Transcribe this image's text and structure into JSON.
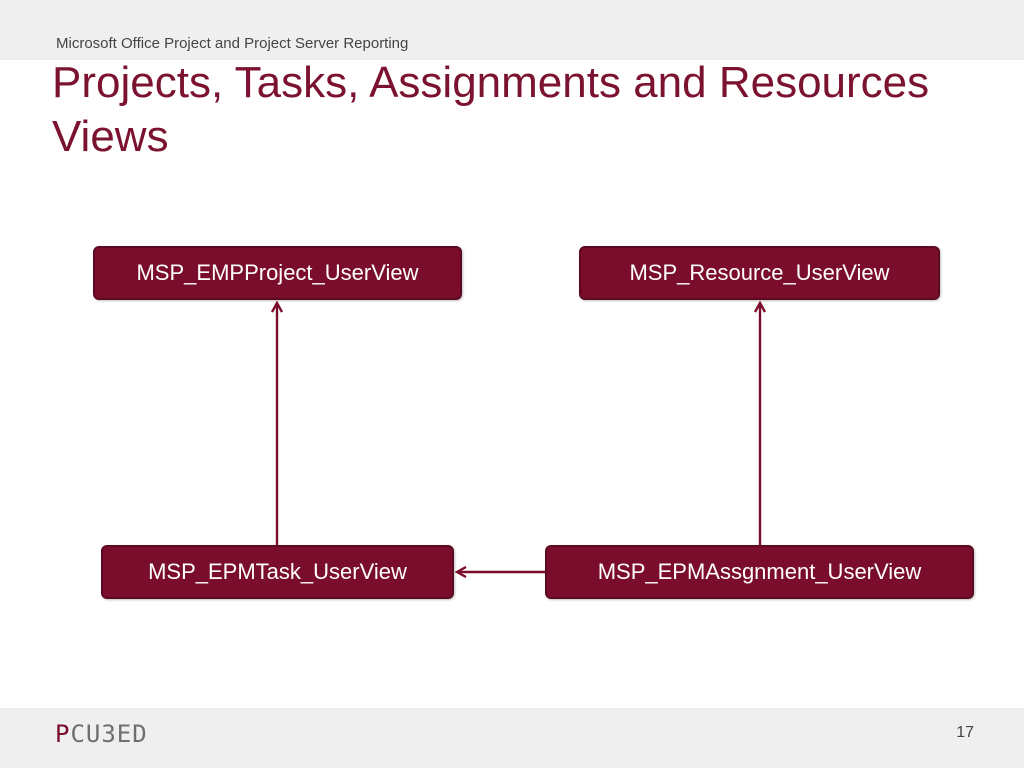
{
  "header": {
    "caption": "Microsoft Office Project and Project Server Reporting"
  },
  "title": "Projects, Tasks, Assignments and Resources Views",
  "diagram": {
    "nodes": {
      "emp_project": "MSP_EMPProject_UserView",
      "resource": "MSP_Resource_UserView",
      "task": "MSP_EPMTask_UserView",
      "assignment": "MSP_EPMAssgnment_UserView"
    },
    "edges": [
      {
        "from": "task",
        "to": "emp_project"
      },
      {
        "from": "assignment",
        "to": "resource"
      },
      {
        "from": "assignment",
        "to": "task"
      }
    ]
  },
  "footer": {
    "logo_accent": "P",
    "logo_rest": "CU3ED",
    "page_number": "17"
  },
  "colors": {
    "accent": "#7b0d2c",
    "title": "#7b1230",
    "band": "#efefef"
  }
}
